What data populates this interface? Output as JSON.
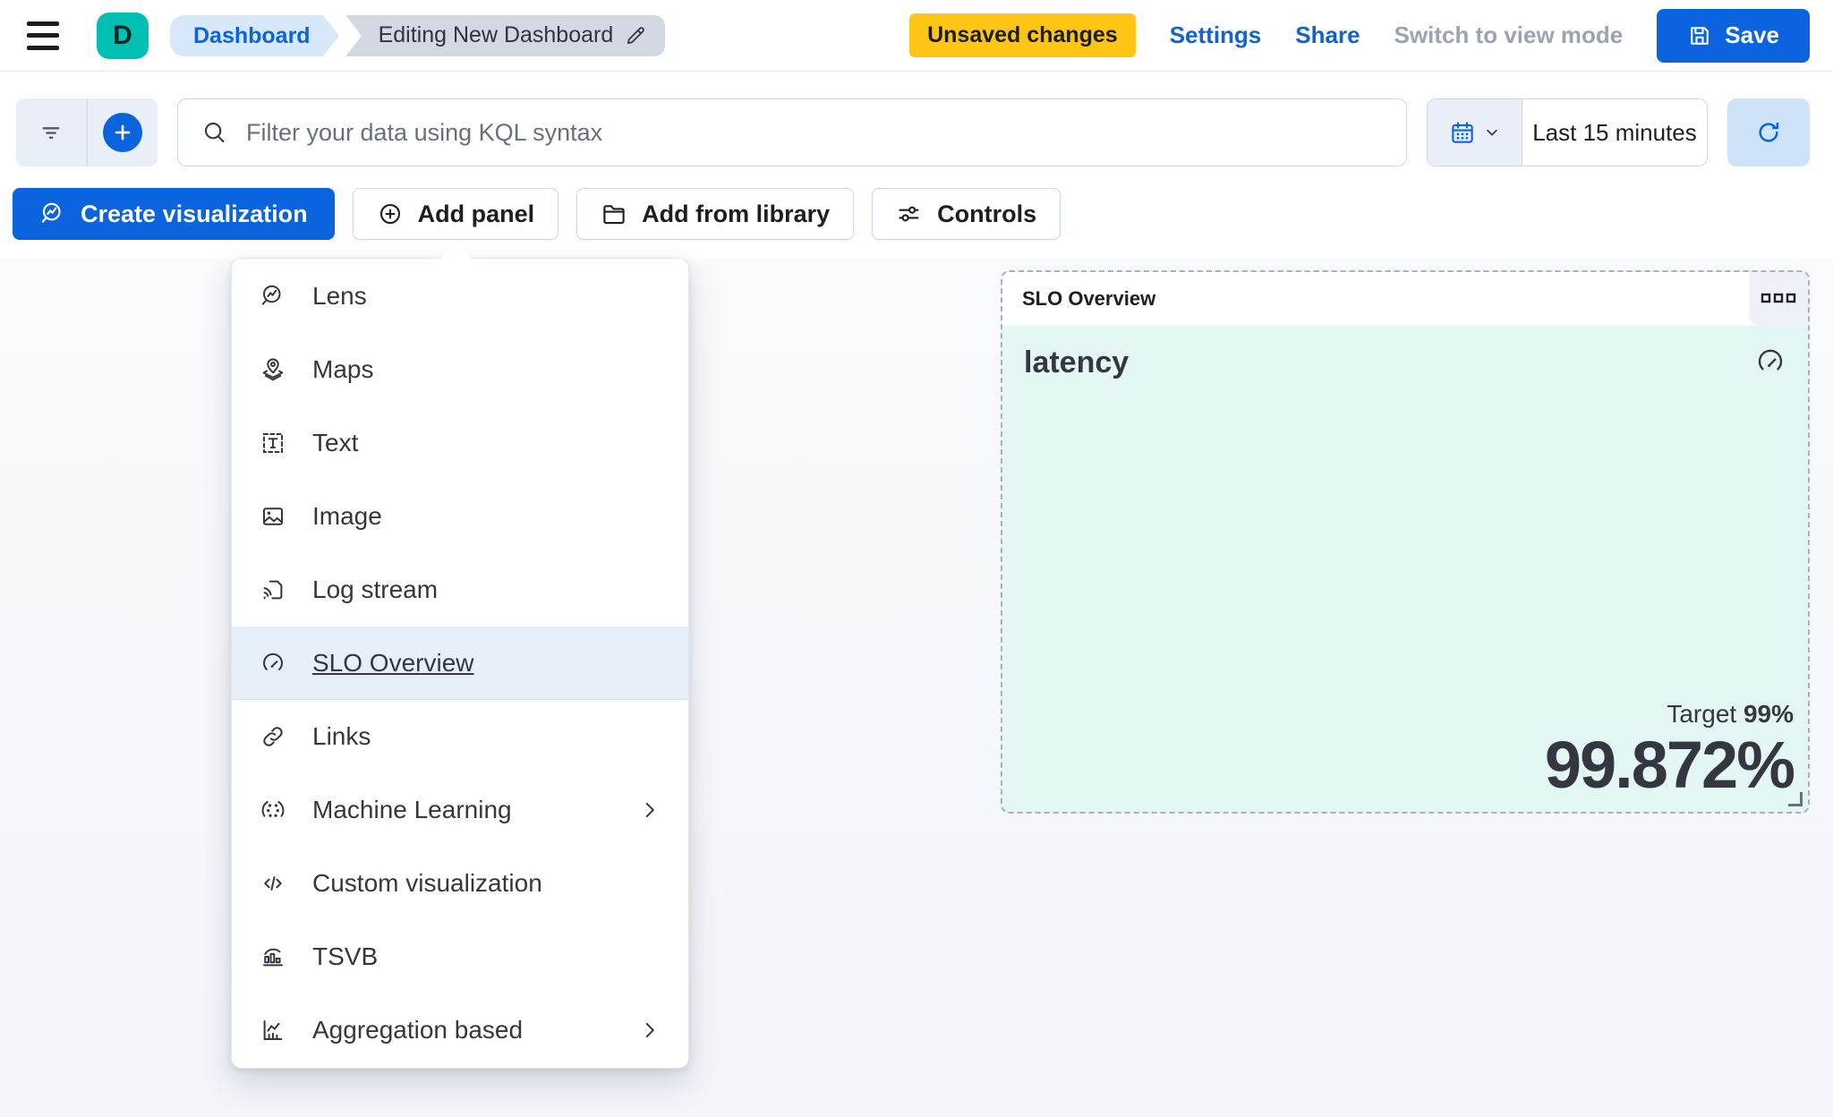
{
  "header": {
    "logo_letter": "D",
    "breadcrumbs": {
      "level1": "Dashboard",
      "level2": "Editing New Dashboard"
    },
    "unsaved_badge": "Unsaved changes",
    "settings_link": "Settings",
    "share_link": "Share",
    "switch_view_link": "Switch to view mode",
    "save_button": "Save"
  },
  "query_bar": {
    "kql_placeholder": "Filter your data using KQL syntax",
    "time_range": "Last 15 minutes"
  },
  "action_bar": {
    "create_visualization": "Create visualization",
    "add_panel": "Add panel",
    "add_from_library": "Add from library",
    "controls": "Controls"
  },
  "add_panel_menu": {
    "items": [
      {
        "label": "Lens",
        "icon": "lens-icon"
      },
      {
        "label": "Maps",
        "icon": "maps-icon"
      },
      {
        "label": "Text",
        "icon": "text-icon"
      },
      {
        "label": "Image",
        "icon": "image-icon"
      },
      {
        "label": "Log stream",
        "icon": "log-stream-icon"
      },
      {
        "label": "SLO Overview",
        "icon": "gauge-icon",
        "selected": true
      },
      {
        "label": "Links",
        "icon": "link-icon"
      },
      {
        "label": "Machine Learning",
        "icon": "machine-learning-icon",
        "has_submenu": true
      },
      {
        "label": "Custom visualization",
        "icon": "code-icon"
      },
      {
        "label": "TSVB",
        "icon": "tsvb-icon"
      },
      {
        "label": "Aggregation based",
        "icon": "aggregation-icon",
        "has_submenu": true
      }
    ]
  },
  "slo_panel": {
    "title": "SLO Overview",
    "slo_name": "latency",
    "target_label": "Target",
    "target_value": "99%",
    "value": "99.872%"
  },
  "colors": {
    "primary_blue": "#0b64dd",
    "logo_teal": "#00bfb3",
    "warning_yellow": "#fec514",
    "panel_mint": "#e3f6f4",
    "menu_highlight": "#e7f0fa"
  }
}
